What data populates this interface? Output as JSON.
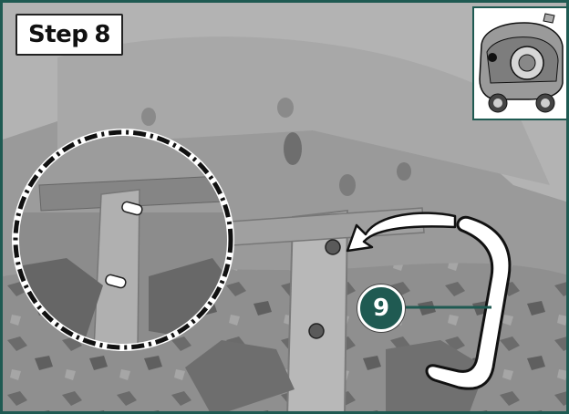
{
  "step": {
    "word": "Step",
    "number": "8"
  },
  "callout": {
    "number": "9"
  },
  "colors": {
    "accent": "#1f5a52",
    "background": "#ffffff",
    "photo_tone": "#8c8c8c"
  },
  "icons": {
    "pointer": "curved-arrow-icon",
    "part": "u-bracket-part"
  }
}
